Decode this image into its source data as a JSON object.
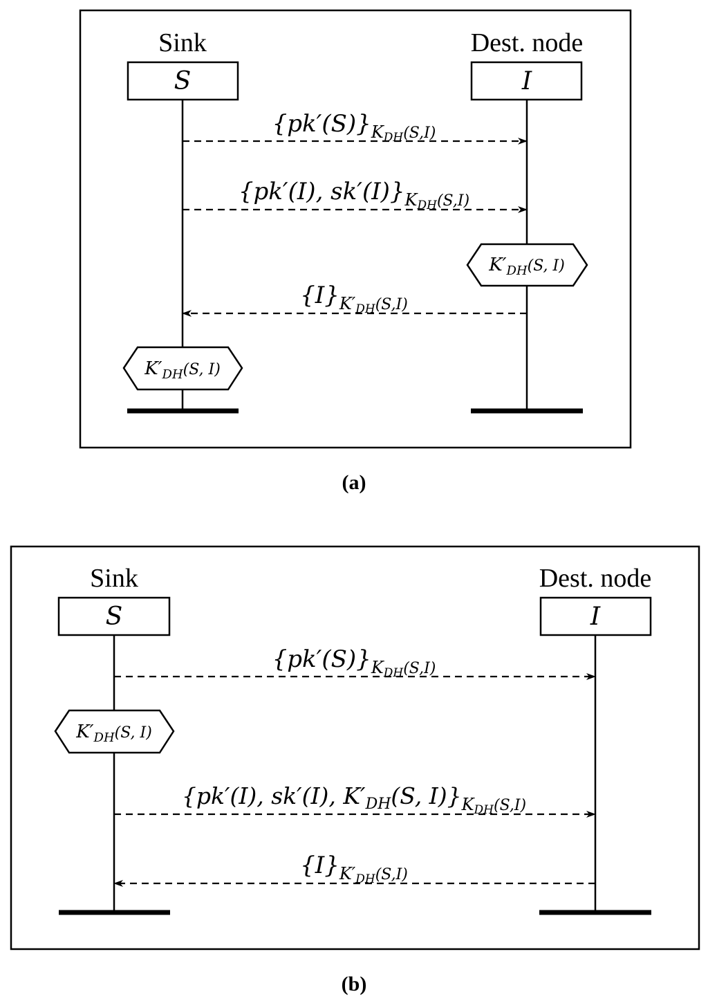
{
  "panel_a": {
    "caption": "(a)",
    "left_role": "Sink",
    "left_entity": "S",
    "right_role": "Dest. node",
    "right_entity": "I",
    "messages": [
      {
        "body": "{pk′(S)}",
        "sub_main": "K",
        "sub_index": "DH",
        "sub_args": "(S,I)",
        "direction": "right"
      },
      {
        "body": "{pk′(I), sk′(I)}",
        "sub_main": "K",
        "sub_index": "DH",
        "sub_args": "(S,I)",
        "direction": "right"
      },
      {
        "body": "{I}",
        "sub_main": "K′",
        "sub_index": "DH",
        "sub_args": "(S,I)",
        "direction": "left"
      }
    ],
    "actions": [
      {
        "main": "K′",
        "index": "DH",
        "args": "(S, I)",
        "lifeline": "right"
      },
      {
        "main": "K′",
        "index": "DH",
        "args": "(S, I)",
        "lifeline": "left"
      }
    ]
  },
  "panel_b": {
    "caption": "(b)",
    "left_role": "Sink",
    "left_entity": "S",
    "right_role": "Dest. node",
    "right_entity": "I",
    "messages": [
      {
        "body": "{pk′(S)}",
        "sub_main": "K",
        "sub_index": "DH",
        "sub_args": "(S,I)",
        "direction": "right"
      },
      {
        "body_pre": "{pk′(I), sk′(I), K′",
        "body_index": "DH",
        "body_post": "(S, I)}",
        "sub_main": "K",
        "sub_index": "DH",
        "sub_args": "(S,I)",
        "direction": "right"
      },
      {
        "body": "{I}",
        "sub_main": "K′",
        "sub_index": "DH",
        "sub_args": "(S,I)",
        "direction": "left"
      }
    ],
    "actions": [
      {
        "main": "K′",
        "index": "DH",
        "args": "(S, I)",
        "lifeline": "left"
      }
    ]
  }
}
